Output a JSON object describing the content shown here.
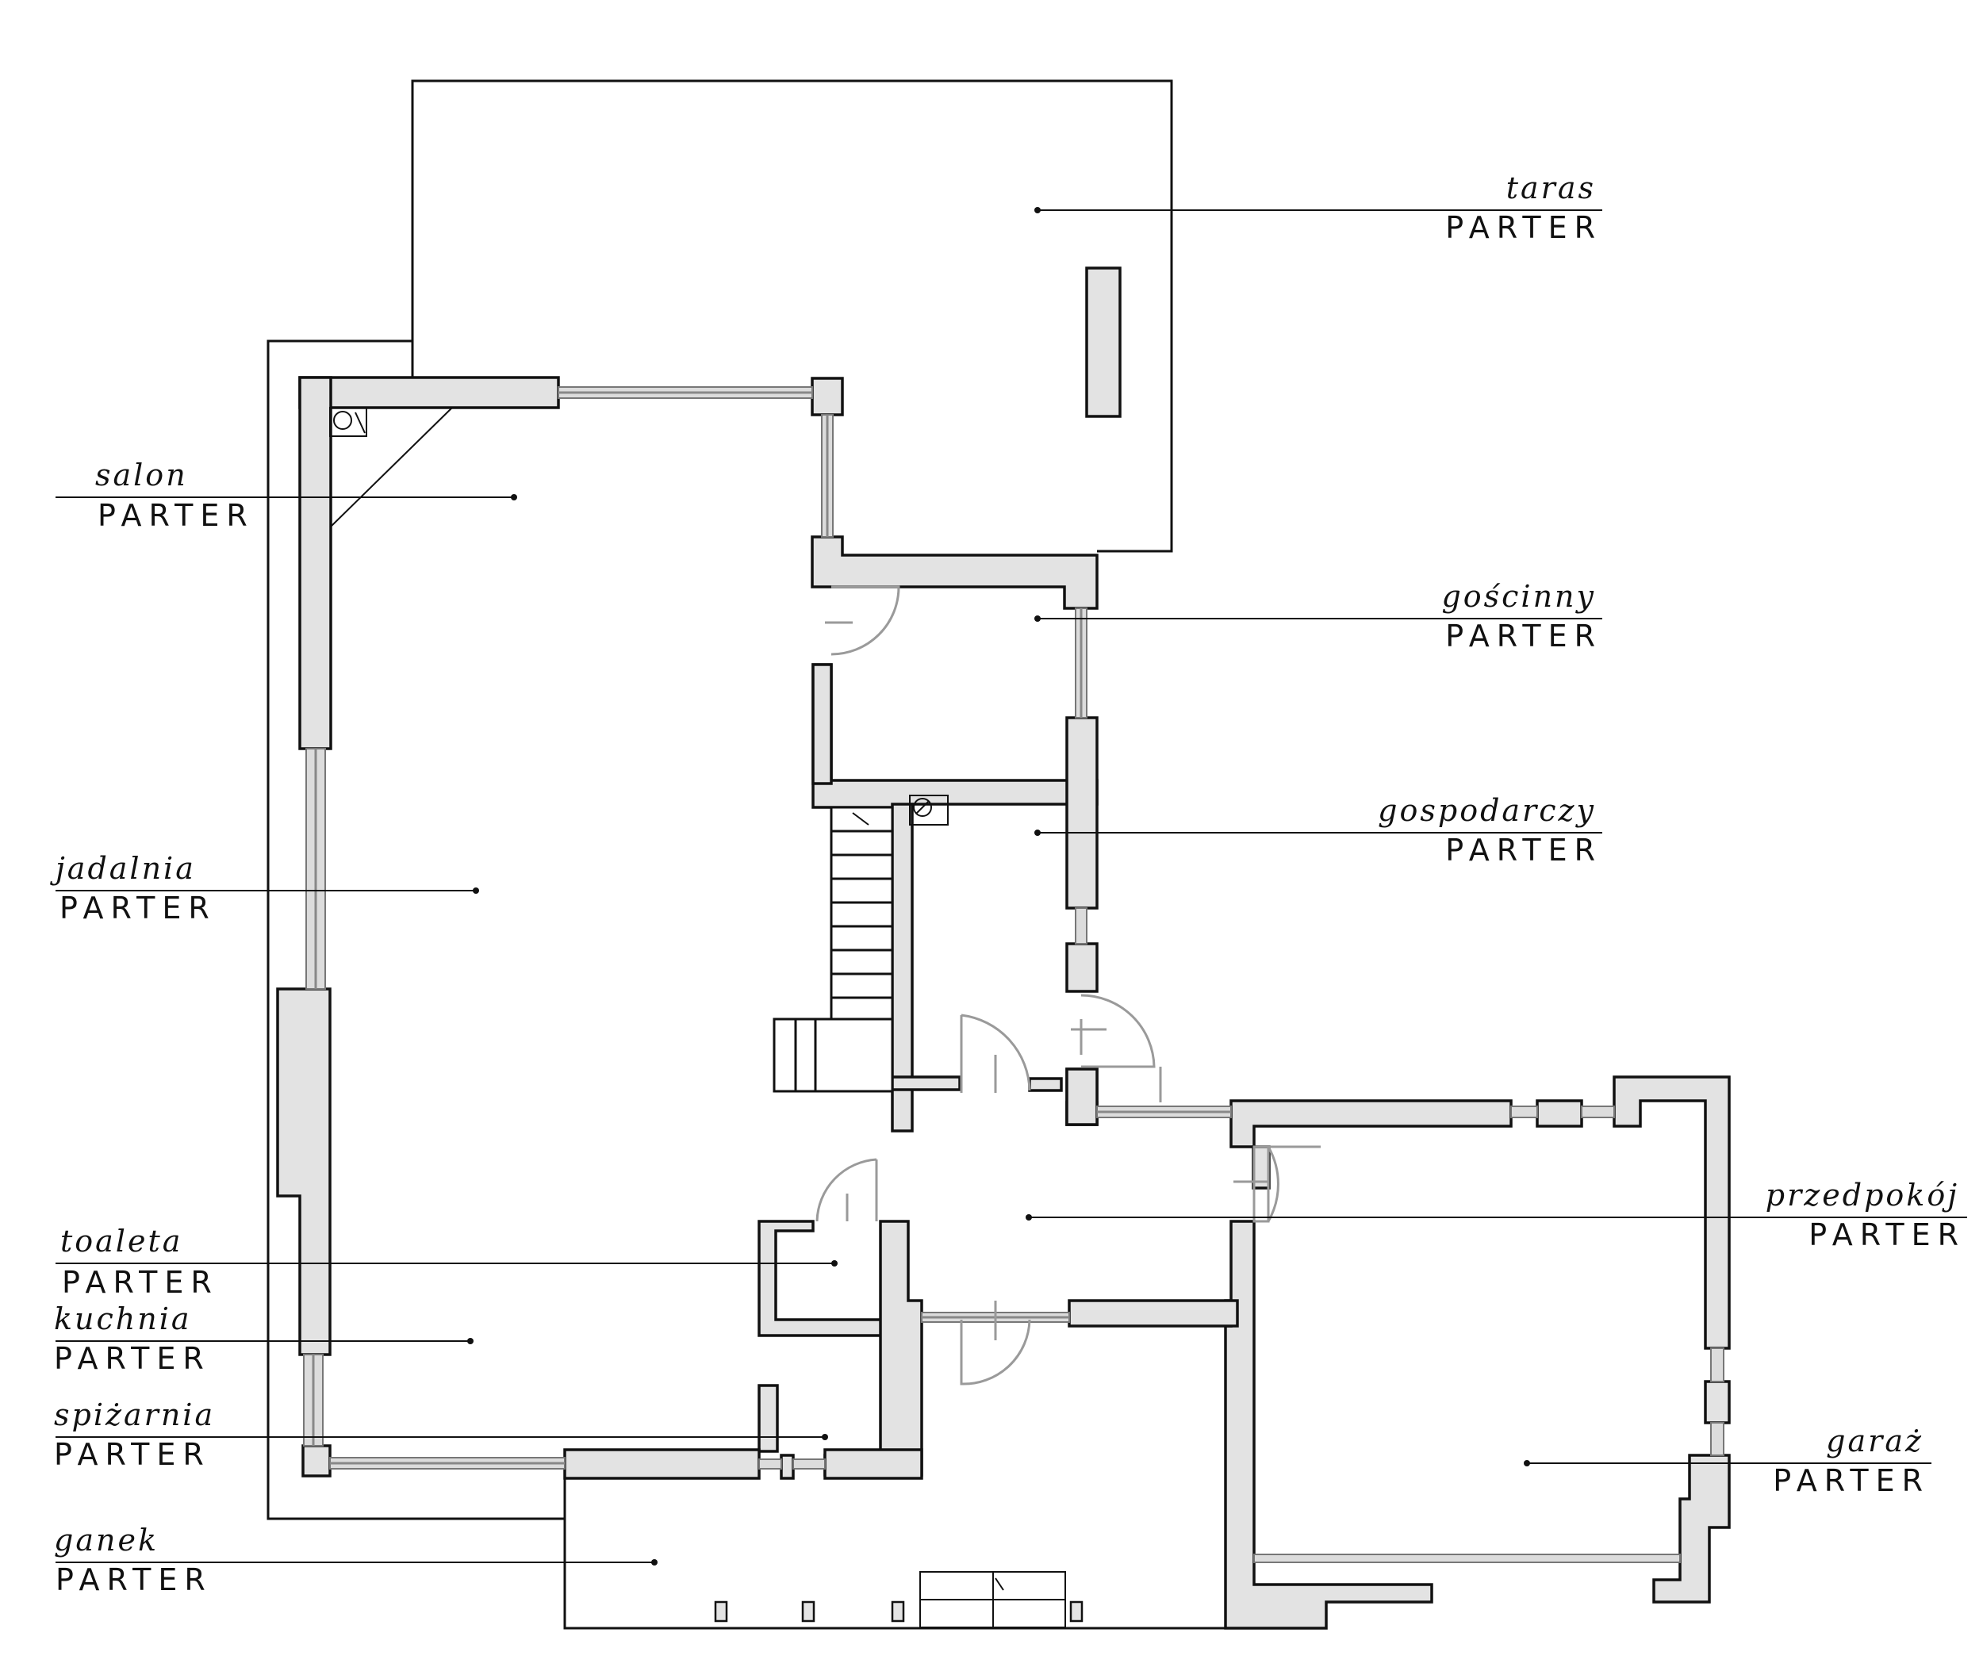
{
  "rooms": [
    {
      "id": "taras",
      "name": "taras",
      "floor": "PARTER"
    },
    {
      "id": "salon",
      "name": "salon",
      "floor": "PARTER"
    },
    {
      "id": "goscinny",
      "name": "gościnny",
      "floor": "PARTER"
    },
    {
      "id": "gospodarczy",
      "name": "gospodarczy",
      "floor": "PARTER"
    },
    {
      "id": "jadalnia",
      "name": "jadalnia",
      "floor": "PARTER"
    },
    {
      "id": "przedpokoj",
      "name": "przedpokój",
      "floor": "PARTER"
    },
    {
      "id": "toaleta",
      "name": "toaleta",
      "floor": "PARTER"
    },
    {
      "id": "kuchnia",
      "name": "kuchnia",
      "floor": "PARTER"
    },
    {
      "id": "spizarnia",
      "name": "spiżarnia",
      "floor": "PARTER"
    },
    {
      "id": "garaz",
      "name": "garaż",
      "floor": "PARTER"
    },
    {
      "id": "ganek",
      "name": "ganek",
      "floor": "PARTER"
    }
  ]
}
